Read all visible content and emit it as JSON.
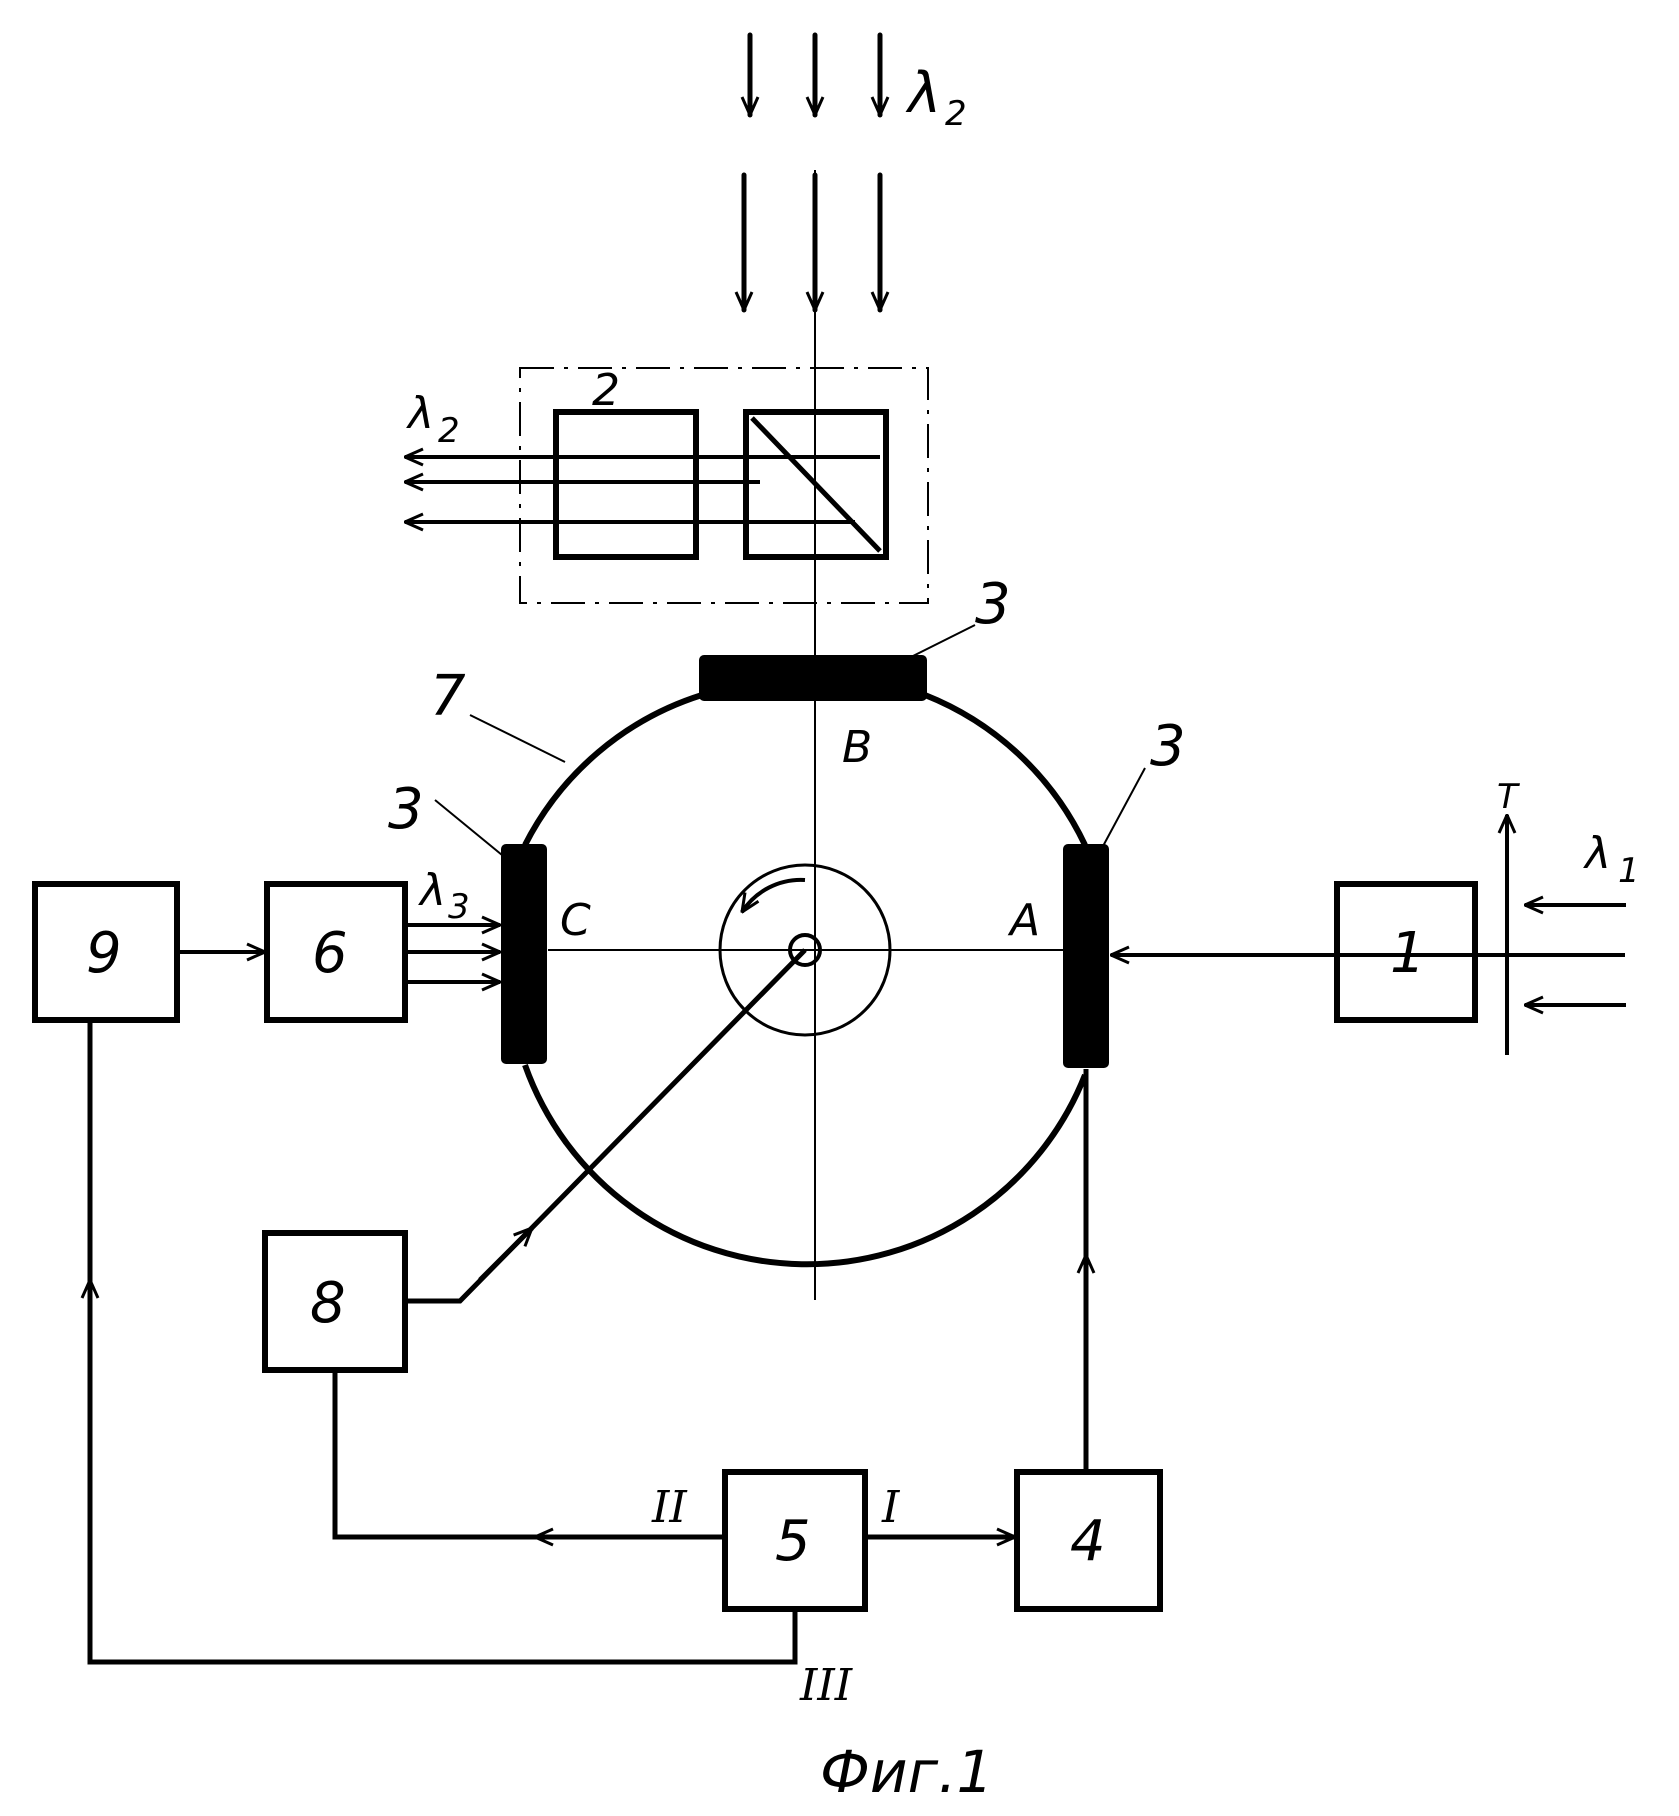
{
  "figure": {
    "caption": "Фиг.1",
    "beam_top": {
      "symbol": "λ",
      "sub": "2"
    },
    "beam_out_left": {
      "symbol": "λ",
      "sub": "2"
    },
    "beam_right": {
      "symbol": "λ",
      "sub": "1"
    },
    "beam_into_c": {
      "symbol": "λ",
      "sub": "3"
    },
    "mark_T": "T",
    "blocks": {
      "b1": "1",
      "b2": "2",
      "b4": "4",
      "b5": "5",
      "b6": "6",
      "b8": "8",
      "b9": "9"
    },
    "ring_label": "7",
    "element_label": "3",
    "positions": {
      "A": "A",
      "B": "B",
      "C": "C"
    },
    "outputs": {
      "I": "I",
      "II": "II",
      "III": "III"
    }
  },
  "colors": {
    "ink": "#000000",
    "paper": "#ffffff"
  }
}
